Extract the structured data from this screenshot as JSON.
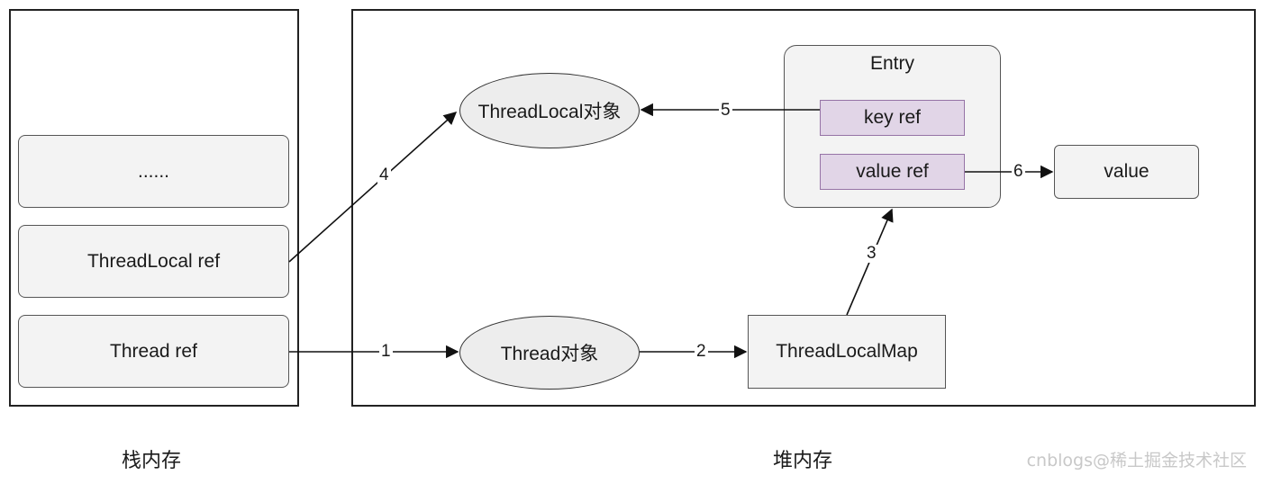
{
  "stack": {
    "caption": "栈内存",
    "items": [
      {
        "label": "......"
      },
      {
        "label": "ThreadLocal ref"
      },
      {
        "label": "Thread ref"
      }
    ]
  },
  "heap": {
    "caption": "堆内存",
    "threadlocal_object": "ThreadLocal对象",
    "thread_object": "Thread对象",
    "threadlocalmap": "ThreadLocalMap",
    "entry": {
      "title": "Entry",
      "key_ref": "key ref",
      "value_ref": "value ref"
    },
    "value": "value"
  },
  "edges": [
    {
      "label": "1"
    },
    {
      "label": "2"
    },
    {
      "label": "3"
    },
    {
      "label": "4"
    },
    {
      "label": "5"
    },
    {
      "label": "6"
    }
  ],
  "watermark": "cnblogs@稀土掘金技术社区"
}
